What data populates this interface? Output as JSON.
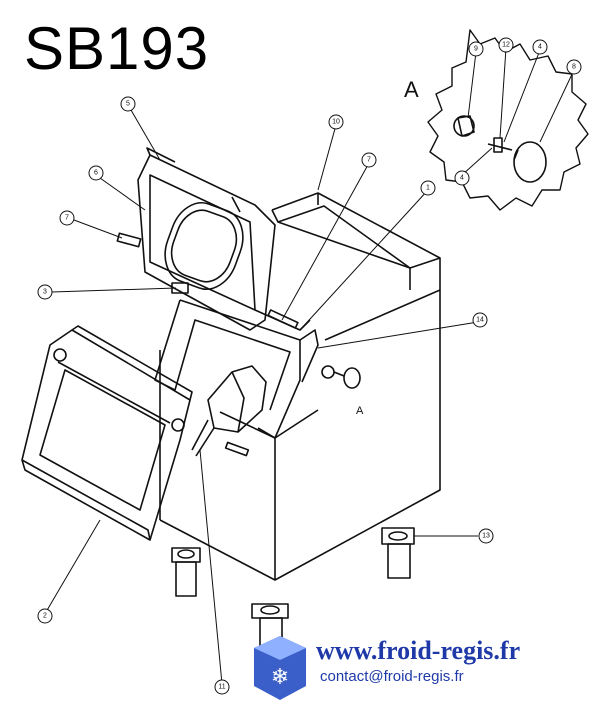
{
  "title": "SB193",
  "detail_label": "A",
  "detail_ref_label": "A",
  "callouts": [
    "1",
    "2",
    "3",
    "4",
    "4",
    "5",
    "6",
    "7",
    "7",
    "8",
    "9",
    "10",
    "11",
    "12",
    "13",
    "14"
  ],
  "branding": {
    "website": "www.froid-regis.fr",
    "email": "contact@froid-regis.fr",
    "logo_color": "#3b5fc8"
  }
}
